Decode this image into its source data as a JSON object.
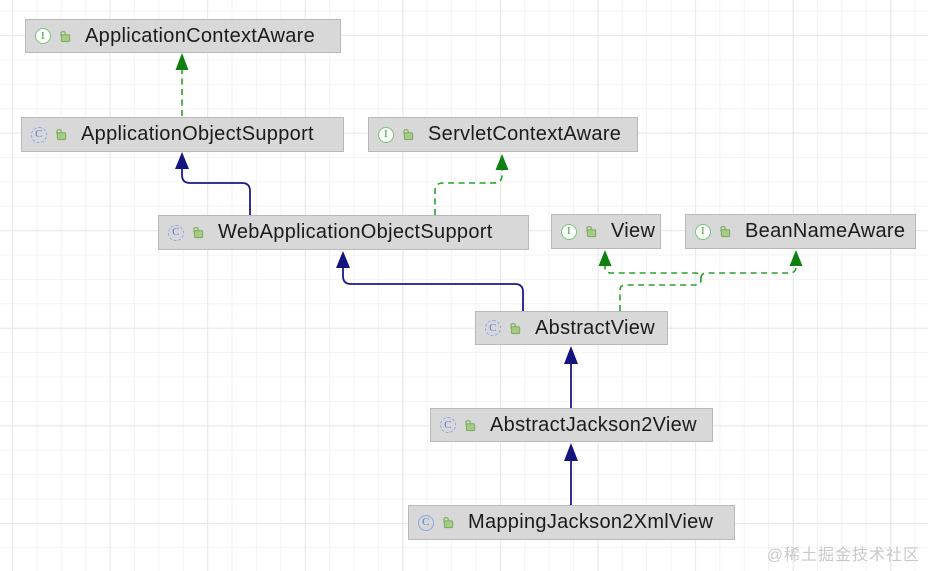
{
  "diagram": {
    "watermark": "@稀土掘金技术社区",
    "colors": {
      "extends_edge": "#1a1a8c",
      "implements_edge": "#2ba02b",
      "implements_arrowhead": "#0f7f0f",
      "node_fill": "#d8d8d8",
      "node_border": "#b9b9b9",
      "interface_icon_green": "#3f9e3f",
      "class_icon_blue": "#5678d8",
      "lock_icon_green": "#93bf74"
    },
    "nodes": [
      {
        "label": "ApplicationContextAware",
        "kind": "interface",
        "icon": "interface-icon",
        "icon_letter": "I"
      },
      {
        "label": "ApplicationObjectSupport",
        "kind": "abstract-class",
        "icon": "abstract-class-icon",
        "icon_letter": "C"
      },
      {
        "label": "ServletContextAware",
        "kind": "interface",
        "icon": "interface-icon",
        "icon_letter": "I"
      },
      {
        "label": "WebApplicationObjectSupport",
        "kind": "abstract-class",
        "icon": "abstract-class-icon",
        "icon_letter": "C"
      },
      {
        "label": "View",
        "kind": "interface",
        "icon": "interface-icon",
        "icon_letter": "I"
      },
      {
        "label": "BeanNameAware",
        "kind": "interface",
        "icon": "interface-icon",
        "icon_letter": "I"
      },
      {
        "label": "AbstractView",
        "kind": "abstract-class",
        "icon": "abstract-class-icon",
        "icon_letter": "C"
      },
      {
        "label": "AbstractJackson2View",
        "kind": "abstract-class",
        "icon": "abstract-class-icon",
        "icon_letter": "C"
      },
      {
        "label": "MappingJackson2XmlView",
        "kind": "class",
        "icon": "class-icon",
        "icon_letter": "C"
      }
    ],
    "edges": [
      {
        "from": "ApplicationObjectSupport",
        "to": "ApplicationContextAware",
        "type": "implements"
      },
      {
        "from": "WebApplicationObjectSupport",
        "to": "ApplicationObjectSupport",
        "type": "extends"
      },
      {
        "from": "WebApplicationObjectSupport",
        "to": "ServletContextAware",
        "type": "implements"
      },
      {
        "from": "AbstractView",
        "to": "WebApplicationObjectSupport",
        "type": "extends"
      },
      {
        "from": "AbstractView",
        "to": "View",
        "type": "implements"
      },
      {
        "from": "AbstractView",
        "to": "BeanNameAware",
        "type": "implements"
      },
      {
        "from": "AbstractJackson2View",
        "to": "AbstractView",
        "type": "extends"
      },
      {
        "from": "MappingJackson2XmlView",
        "to": "AbstractJackson2View",
        "type": "extends"
      }
    ]
  }
}
